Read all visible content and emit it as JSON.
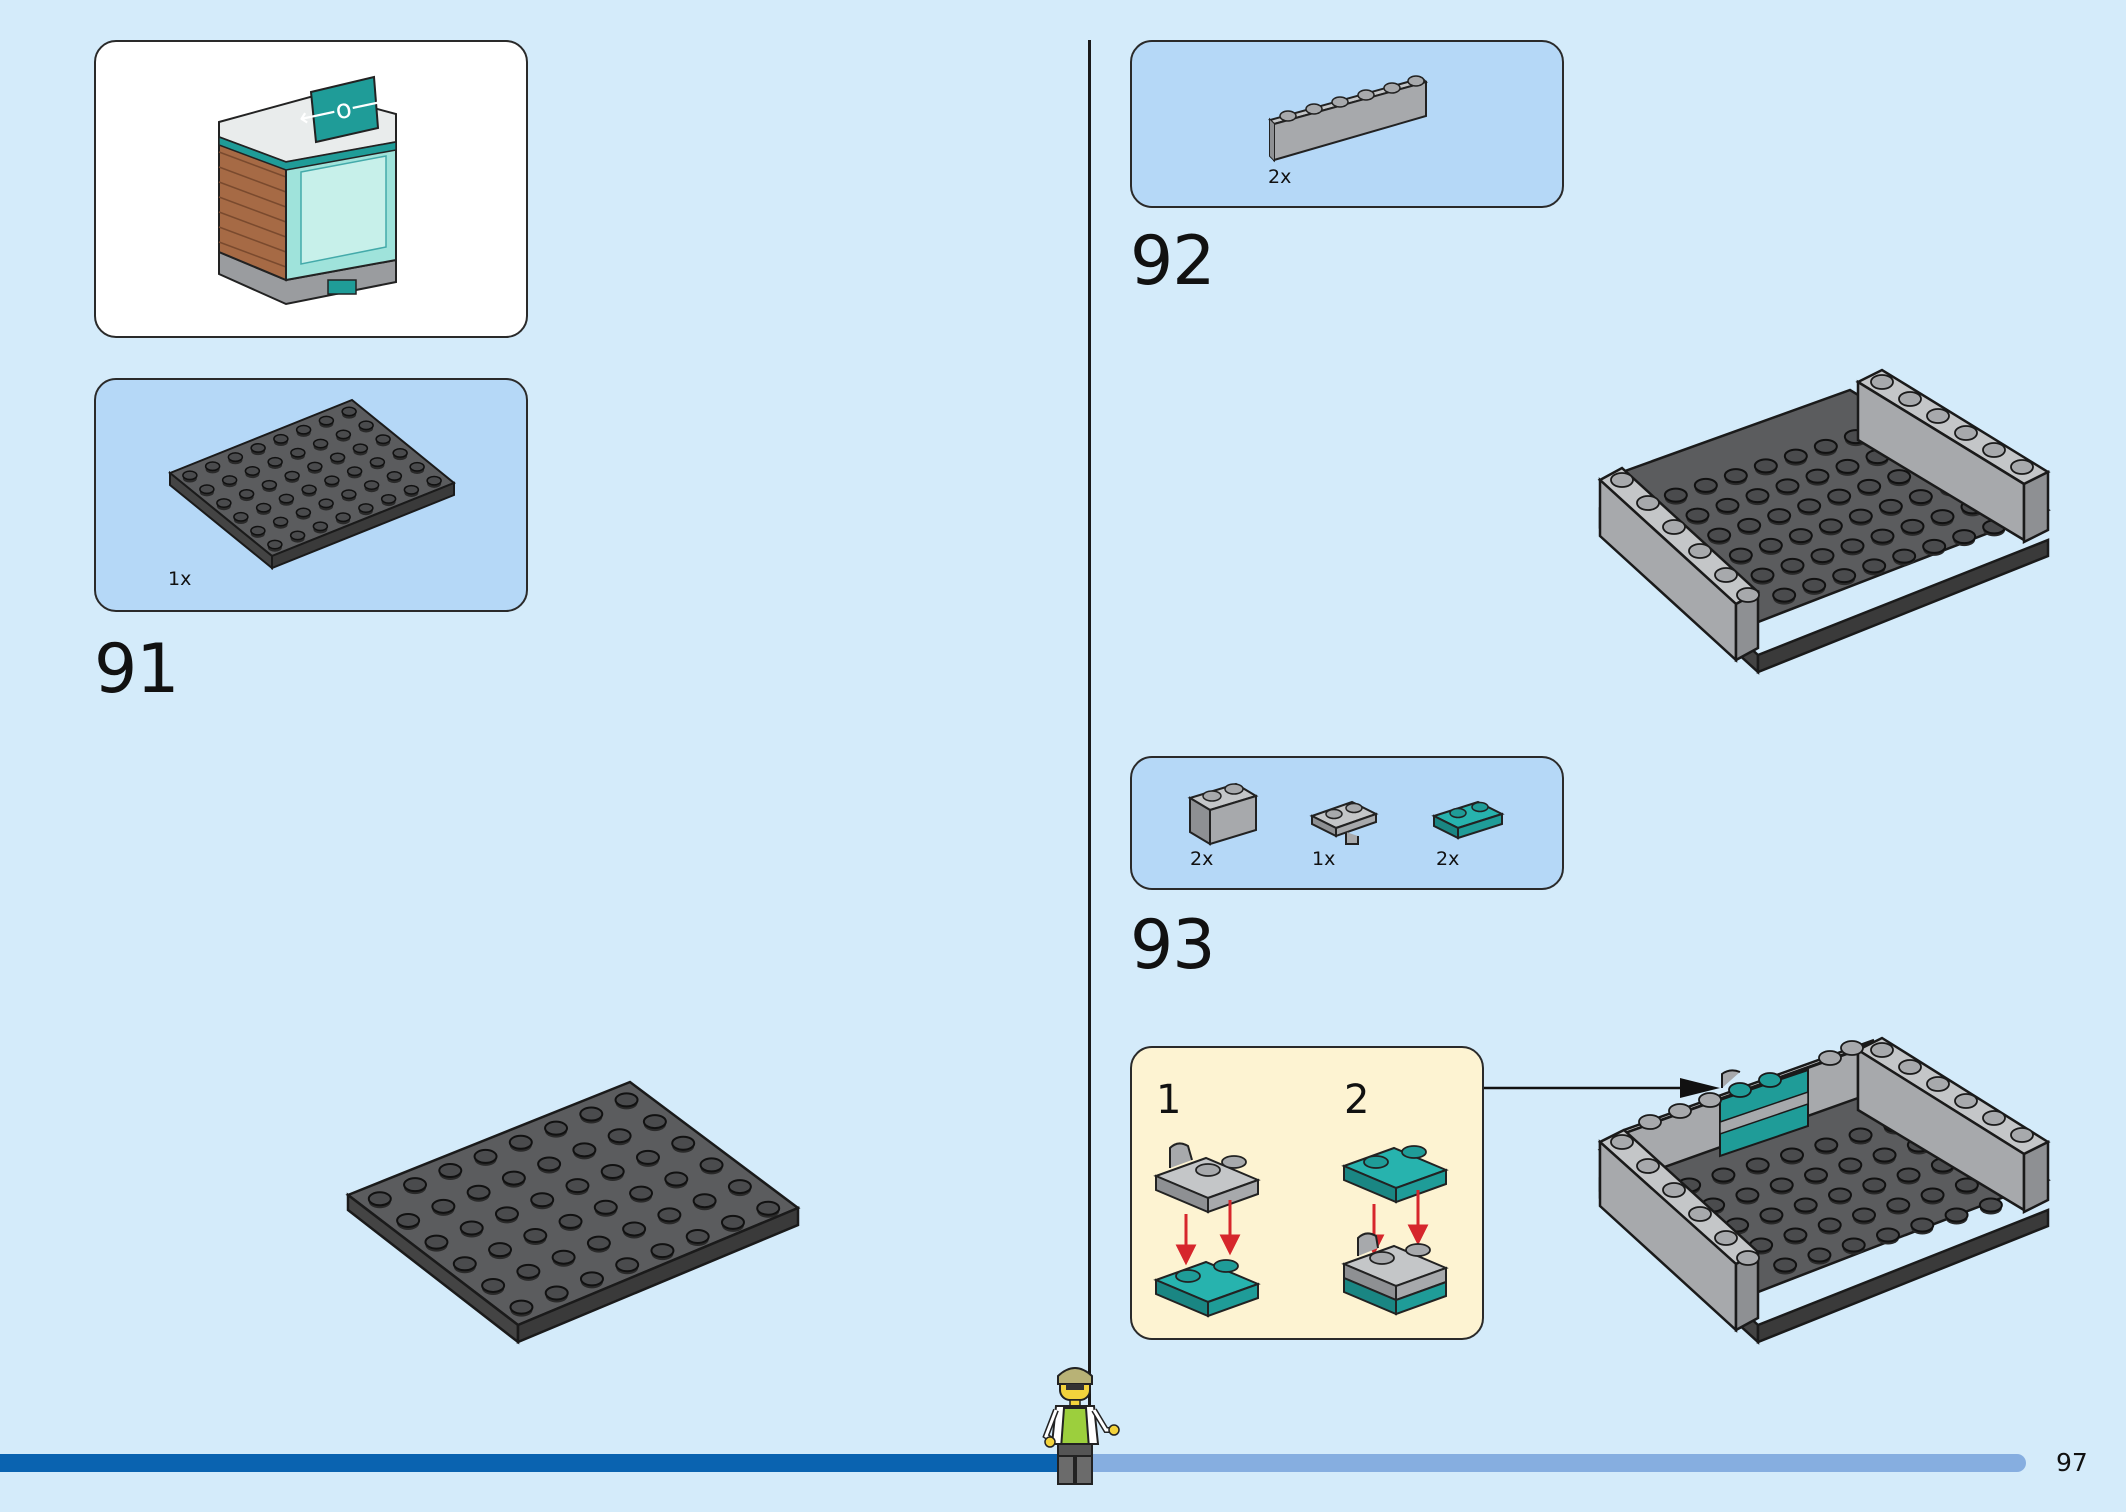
{
  "page_number": "97",
  "steps": [
    {
      "number": "91",
      "parts": [
        {
          "qty": "1x",
          "part": "plate-6x8-dark-gray"
        }
      ]
    },
    {
      "number": "92",
      "parts": [
        {
          "qty": "2x",
          "part": "brick-1x6-light-gray"
        }
      ]
    },
    {
      "number": "93",
      "parts": [
        {
          "qty": "2x",
          "part": "brick-1x2-light-gray"
        },
        {
          "qty": "1x",
          "part": "plate-1x2-clip-light-gray"
        },
        {
          "qty": "2x",
          "part": "plate-1x2-teal"
        }
      ],
      "substeps": [
        "1",
        "2"
      ]
    }
  ],
  "colors": {
    "background": "#d4ebfa",
    "parts_box": "#b5d8f7",
    "subassembly_box": "#fdf3d2",
    "dark_gray": "#5b5c5e",
    "light_gray": "#a7a9ac",
    "teal": "#1f9c98",
    "arrow_red": "#d6262c",
    "footer_dark": "#0a63b0",
    "footer_light": "#86aee0"
  }
}
